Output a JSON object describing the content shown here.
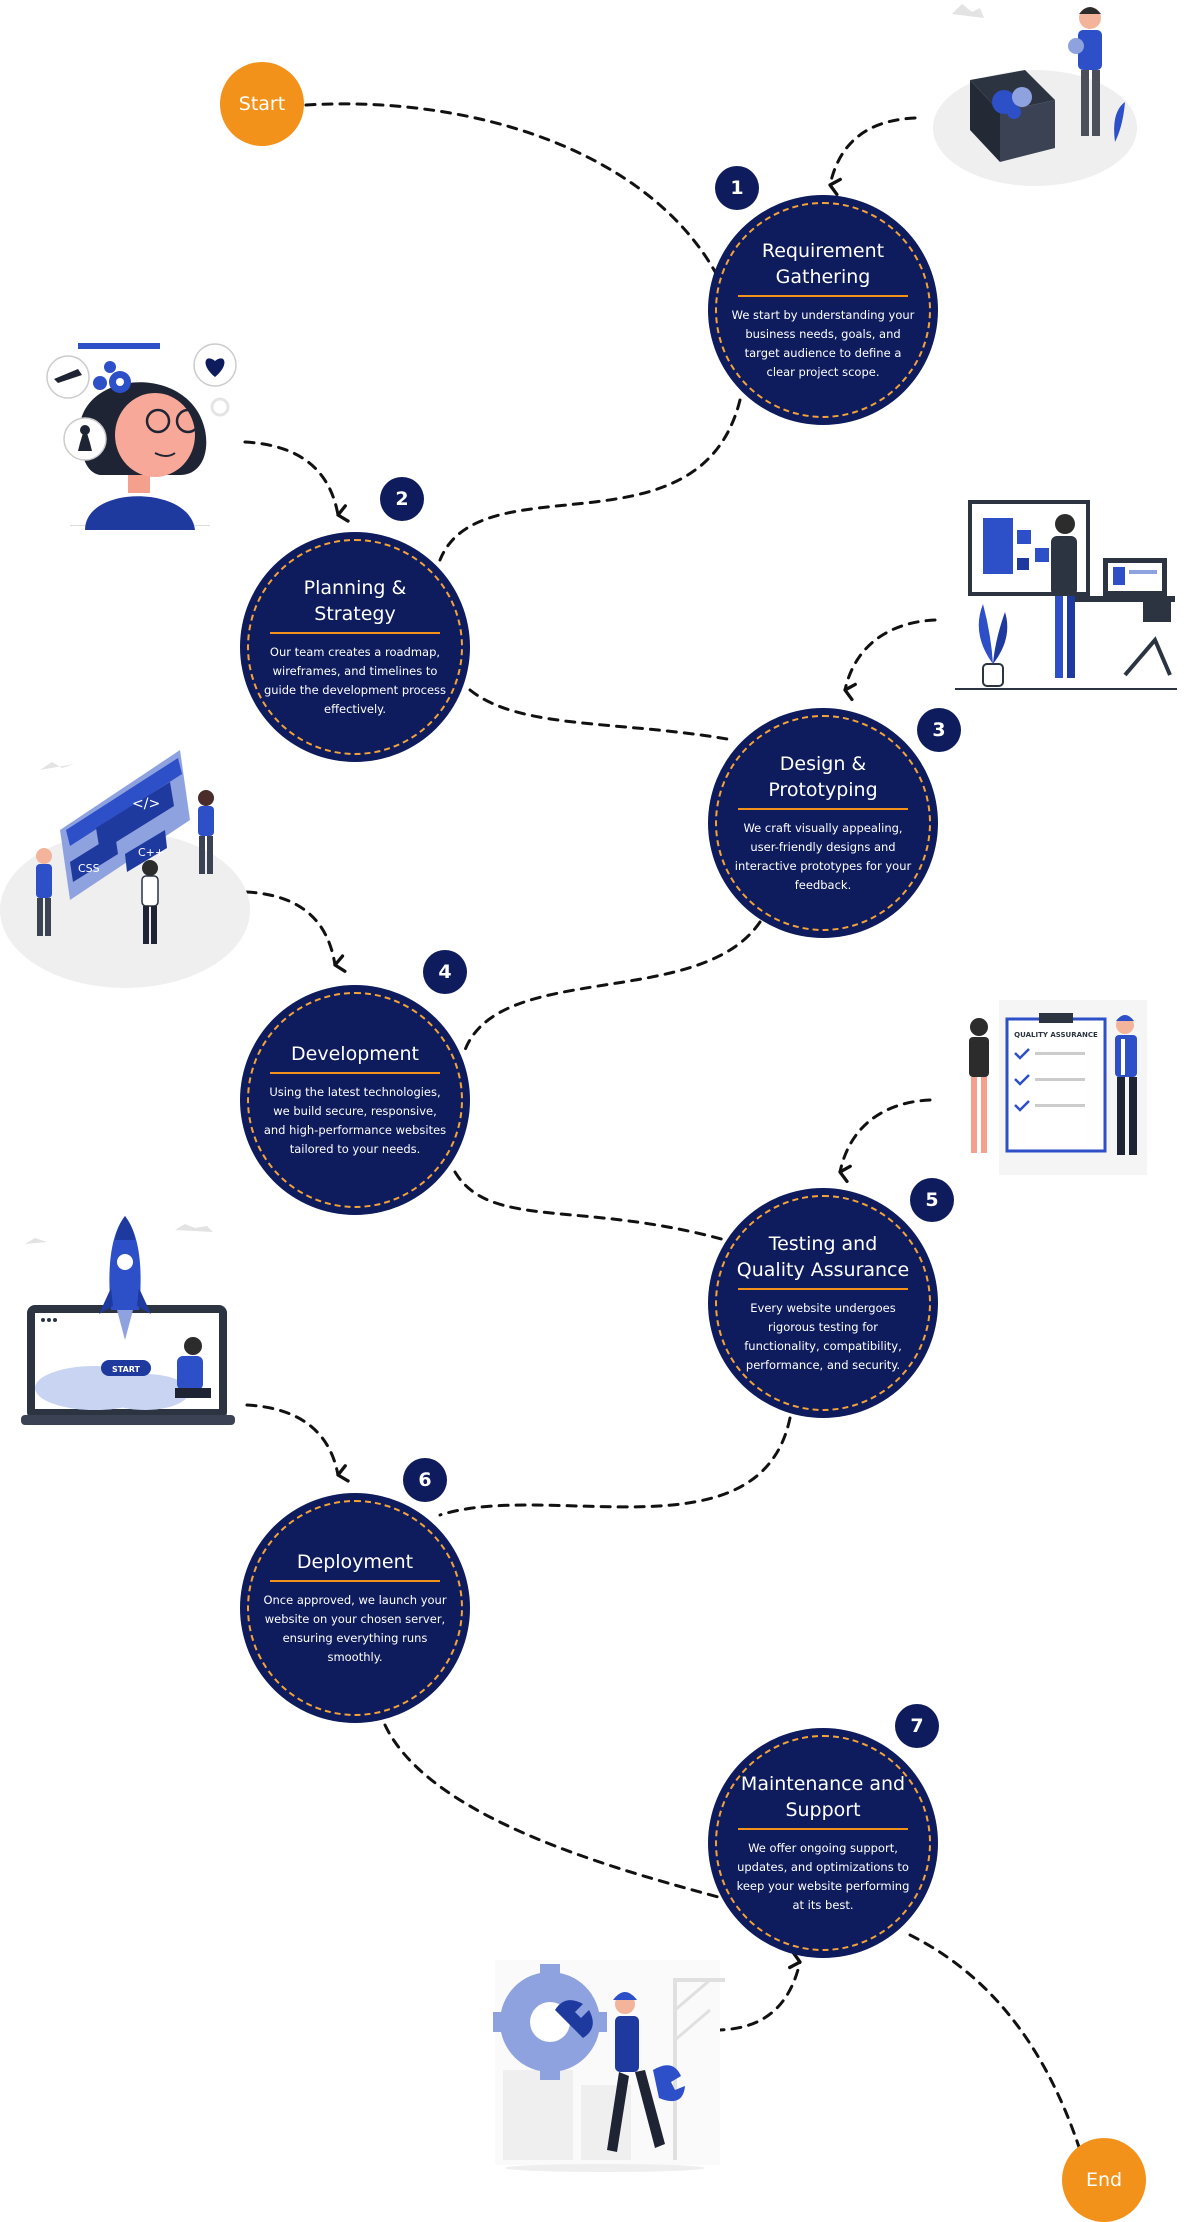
{
  "start_label": "Start",
  "end_label": "End",
  "colors": {
    "navy": "#0E1B5C",
    "orange": "#F2921A",
    "ring": "#F2A33A",
    "illustration_blue": "#2D4FC8",
    "illustration_light": "#8FA2E0"
  },
  "steps": [
    {
      "number": "1",
      "title": "Requirement Gathering",
      "description": "We start by understanding your business needs, goals, and target audience to define a clear project scope.",
      "illustration": "box-unpacking-illustration"
    },
    {
      "number": "2",
      "title": "Planning & Strategy",
      "description": "Our team creates a roadmap, wireframes, and timelines to guide the development process effectively.",
      "illustration": "thinking-woman-illustration"
    },
    {
      "number": "3",
      "title": "Design & Prototyping",
      "description": "We craft visually appealing, user-friendly designs and interactive prototypes for your feedback.",
      "illustration": "designer-desk-illustration"
    },
    {
      "number": "4",
      "title": "Development",
      "description": "Using the latest technologies, we build secure, responsive, and high-performance websites tailored to your needs.",
      "illustration": "coding-team-illustration"
    },
    {
      "number": "5",
      "title": "Testing and Quality Assurance",
      "description": "Every website undergoes rigorous testing for functionality, compatibility, performance, and security.",
      "illustration": "quality-assurance-illustration"
    },
    {
      "number": "6",
      "title": "Deployment",
      "description": "Once approved, we launch your website on your chosen server, ensuring everything runs smoothly.",
      "illustration": "rocket-launch-illustration"
    },
    {
      "number": "7",
      "title": "Maintenance and Support",
      "description": "We offer ongoing support, updates, and optimizations to keep your website performing at its best.",
      "illustration": "maintenance-worker-illustration"
    }
  ],
  "illustration_texts": {
    "qa_board": "QUALITY ASSURANCE",
    "launch_button": "START",
    "code_tag": "</>",
    "css_tag": "CSS",
    "cpp_tag": "C++"
  }
}
